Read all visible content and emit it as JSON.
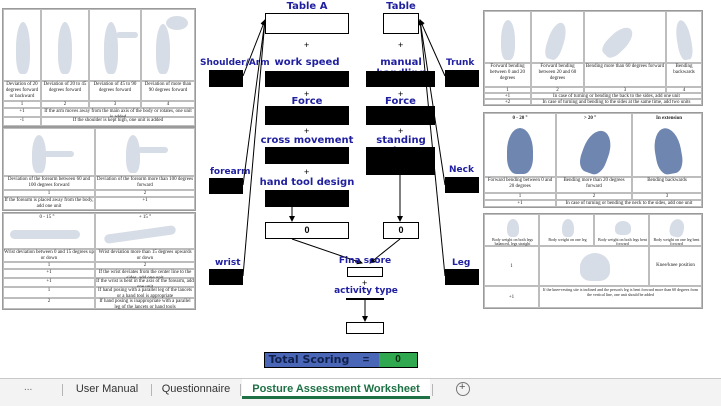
{
  "center": {
    "table_a": "Table A",
    "table_b": "Table B",
    "plus": "+",
    "work_speed": "work speed",
    "force_a": "Force",
    "cross_movement": "cross movement",
    "hand_tool_design": "hand tool design",
    "sum_a": "0",
    "manual_handling": "manual handling",
    "force_b": "Force",
    "standing_time": "standing time",
    "sum_b": "0",
    "final_score": "Fina score",
    "activity_type": "activity type"
  },
  "side_labels": {
    "shoulder_arm": "Shoulder/Arm",
    "forearm": "forearm",
    "wrist": "wrist",
    "trunk": "Trunk",
    "neck": "Neck",
    "leg": "Leg"
  },
  "total": {
    "label": "Total Scoring",
    "equals": "=",
    "value": "0"
  },
  "shoulder_table": {
    "headers": [
      "Deviation of 20 degrees forward or backward",
      "Deviation of 20 to 45 degrees forward",
      "Deviation of 45 to 90 degrees forward",
      "Deviation of more than 90 degrees forward"
    ],
    "scores": [
      "1",
      "2",
      "3",
      "4"
    ],
    "rows": [
      {
        "score": "+1",
        "text": "If the arm moves away from the main axis of the body or rotates, one unit is added"
      },
      {
        "score": "-1",
        "text": "If the shoulder is kept high, one unit is added"
      }
    ]
  },
  "forearm_table": {
    "headers": [
      "Deviation of the forearm between 60 and 100 degrees forward",
      "Deviation of the forearm more than 100 degrees forward"
    ],
    "scores": [
      "1",
      "2"
    ],
    "row": {
      "text": "If the forearm is placed away from the body, add one unit",
      "score": "+1"
    }
  },
  "wrist_table": {
    "angle_a": "0 - 15 °",
    "angle_b": "+ 15 °",
    "headers": [
      "Wrist deviation between 0 and 15 degrees up or down",
      "Wrist deviation more than 15 degrees upwards or down"
    ],
    "scores": [
      "1",
      "2"
    ],
    "rows": [
      {
        "score": "+1",
        "text": "If the wrist deviates from the center line to the sides, add one unit"
      },
      {
        "score": "+1",
        "text": "If the wrist is bent in the axis of the forearm, add one unit"
      },
      {
        "score": "1",
        "text": "If hand posing with a parallel leg of the lancets or a hand tool is appropriate"
      },
      {
        "score": "2",
        "text": "If hand posing is inappropriate with a parallel leg of the lancets or hand tools"
      }
    ]
  },
  "trunk_table": {
    "headers": [
      "Forward bending between 0 and 20 degrees",
      "Forward bending between 20 and 60 degrees",
      "Bending more than 60 degrees forward",
      "Bending backwards"
    ],
    "scores": [
      "1",
      "2",
      "3",
      "4"
    ],
    "rows": [
      {
        "score": "+1",
        "text": "In case of turning or bending the back to the sides, add one unit"
      },
      {
        "score": "+2",
        "text": "In case of turning and bending to the sides at the same time, add two units"
      }
    ]
  },
  "neck_table": {
    "angle_a": "0 - 20 °",
    "angle_b": "> 20 °",
    "angle_c": "In extension",
    "headers": [
      "Forward bending between 0 and 20 degrees",
      "Bending more than 20 degrees forward",
      "Bending backwards"
    ],
    "scores": [
      "1",
      "2",
      "3"
    ],
    "row": {
      "score": "+1",
      "text": "In case of turning or bending the neck to the sides, add one unit"
    }
  },
  "leg_table": {
    "captions": [
      "Body weight on both legs balanced, legs straight",
      "Body weight on one leg",
      "Body weight on both legs bent forward",
      "Body weight on one leg bent forward"
    ],
    "row2_a": "1",
    "row2_b": "Knee/knee position",
    "row3_score": "+1",
    "row3_text": "If the knee-resting site is inclined and the person's leg is bent forward more than 60 degrees from the vertical line, one unit should be added"
  },
  "sheet_tabs": {
    "tabs": [
      "User Manual",
      "Questionnaire",
      "Posture Assessment Worksheet"
    ],
    "active": "Posture Assessment Worksheet",
    "add": "+",
    "dots": "..."
  },
  "colors": {
    "label_blue": "#1f1fa0",
    "total_blue": "#4a66b6",
    "total_green": "#2fa84f",
    "active_tab": "#1e7145"
  }
}
